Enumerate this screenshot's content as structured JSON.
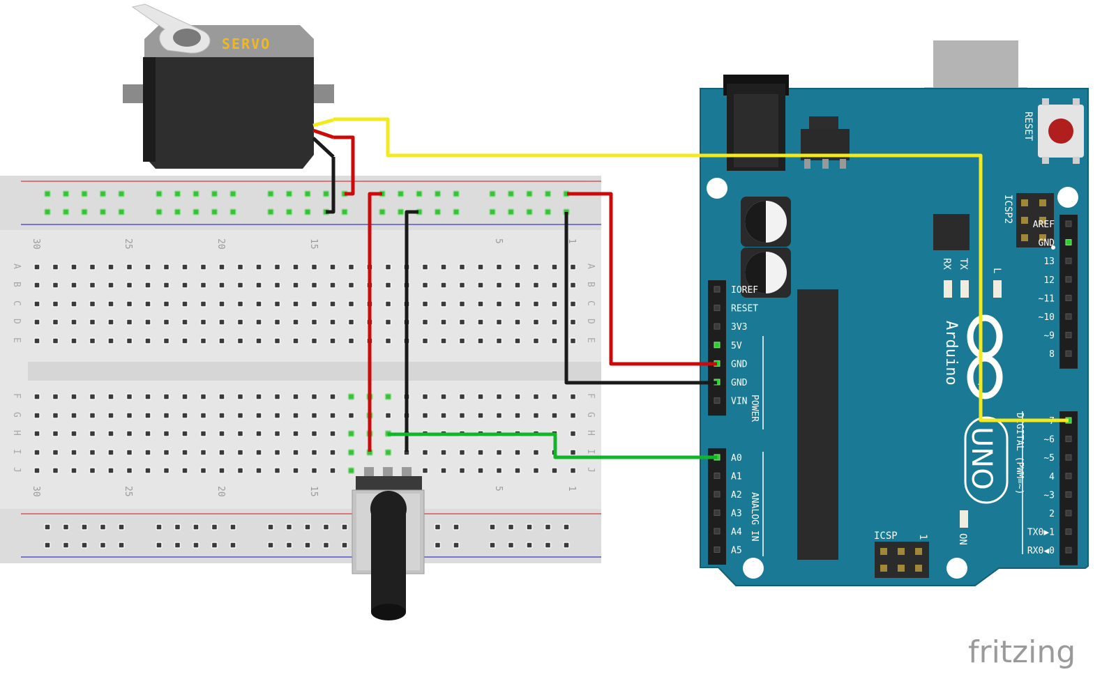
{
  "servo": {
    "label": "SERVO"
  },
  "breadboard": {
    "column_numbers": [
      "30",
      "25",
      "20",
      "15",
      "5",
      "1"
    ],
    "row_letters_top": [
      "A",
      "B",
      "C",
      "D",
      "E"
    ],
    "row_letters_bottom": [
      "F",
      "G",
      "H",
      "I",
      "J"
    ]
  },
  "arduino": {
    "brand": "Arduino",
    "model": "UNO",
    "reset_label": "RESET",
    "icsp2_label": "ICSP2",
    "icsp_label": "ICSP",
    "icsp_pin1": "1",
    "tx_label": "TX",
    "rx_label": "RX",
    "l_label": "L",
    "on_label": "ON",
    "power_group_label": "POWER",
    "analog_group_label": "ANALOG IN",
    "digital_group_label": "DIGITAL (PWM=~)",
    "power_pins": [
      "IOREF",
      "RESET",
      "3V3",
      "5V",
      "GND",
      "GND",
      "VIN"
    ],
    "analog_pins": [
      "A0",
      "A1",
      "A2",
      "A3",
      "A4",
      "A5"
    ],
    "digital_top_pins": [
      "AREF",
      "GND",
      "13",
      "12",
      "~11",
      "~10",
      "~9",
      "8"
    ],
    "digital_bottom_pins": [
      "7",
      "~6",
      "~5",
      "4",
      "~3",
      "2",
      "TX0▶1",
      "RX0◀0"
    ]
  },
  "wires": {
    "signal_color": "#f2ea1d",
    "power_color": "#cc0a0a",
    "ground_color": "#1a1a1a",
    "analog_color": "#12b52a"
  },
  "colors": {
    "board": "#1a7a95",
    "breadboard": "#e6e6e6",
    "hole_active": "#3cbf3c"
  },
  "watermark": "fritzing"
}
